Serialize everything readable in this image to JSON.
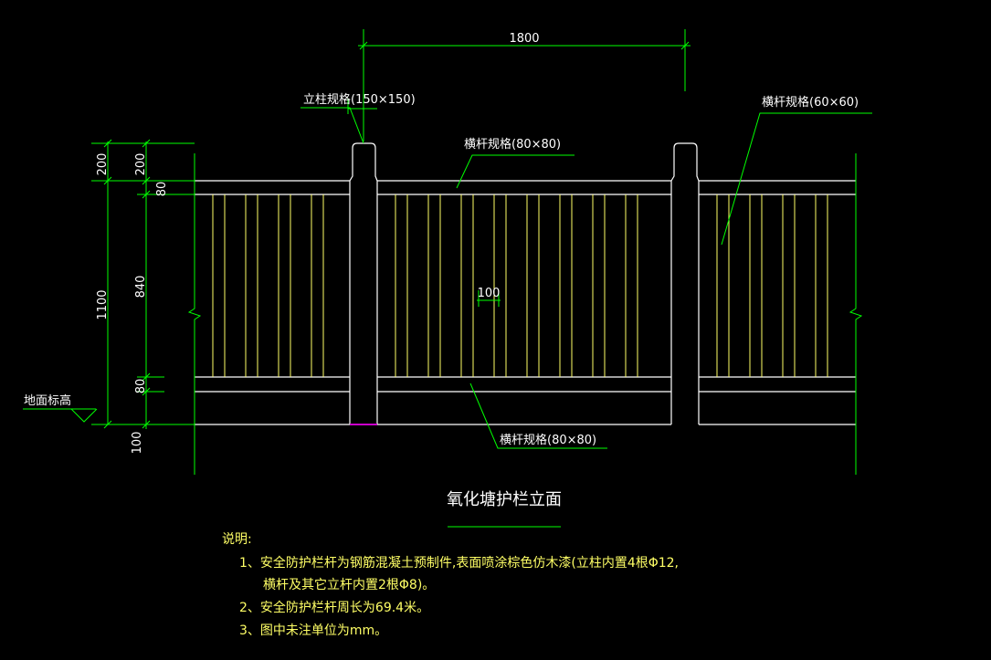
{
  "colors": {
    "background": "#000000",
    "outline": "#ffffff",
    "dimension": "#00ff00",
    "infill": "#ffff66",
    "ground_marker": "#cc00cc"
  },
  "dimensions": {
    "post_spacing": "1800",
    "total_height": "1100",
    "top_offset_left": "200",
    "top_offset_right": "200",
    "top_rail": "80",
    "infill_height": "840",
    "bottom_rail": "80",
    "base": "100",
    "baluster_gap": "100"
  },
  "labels": {
    "post_spec": "立柱规格(150×150)",
    "top_rail_spec": "横杆规格(80×80)",
    "right_rail_spec": "横杆规格(60×60)",
    "bottom_rail_spec": "横杆规格(80×80)",
    "ground_level": "地面标高"
  },
  "title": "氧化塘护栏立面",
  "notes": {
    "heading": "说明:",
    "items": [
      "1、安全防护栏杆为钢筋混凝土预制件,表面喷涂棕色仿木漆(立柱内置4根Φ12,",
      "横杆及其它立杆内置2根Φ8)。",
      "2、安全防护栏杆周长为69.4米。",
      "3、图中未注单位为mm。"
    ]
  }
}
